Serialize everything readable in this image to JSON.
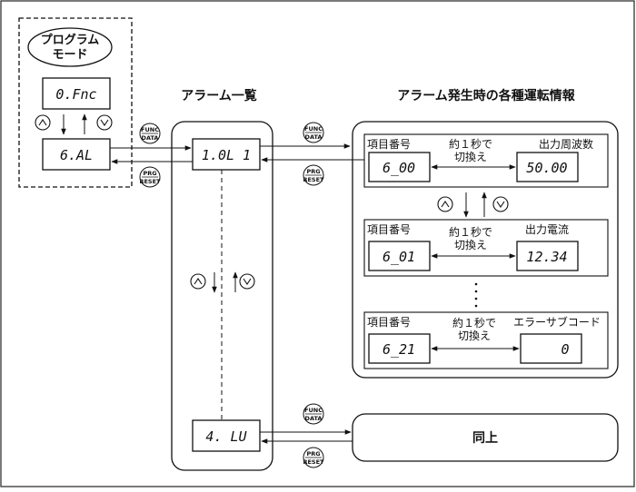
{
  "program_mode": {
    "title_line1": "プログラム",
    "title_line2": "モード",
    "display_top": "0.Fnc",
    "display_bottom": "6.AL"
  },
  "alarm_list": {
    "title": "アラーム一覧",
    "display_top": "1.0L 1",
    "display_bottom": "4. LU"
  },
  "running_info": {
    "title": "アラーム発生時の各種運転情報",
    "groups": [
      {
        "item_label": "項目番号",
        "switch_line1": "約１秒で",
        "switch_line2": "切換え",
        "value_label": "出力周波数",
        "item_display": "6_00",
        "value_display": "50.00"
      },
      {
        "item_label": "項目番号",
        "switch_line1": "約１秒で",
        "switch_line2": "切換え",
        "value_label": "出力電流",
        "item_display": "6_01",
        "value_display": "12.34"
      },
      {
        "item_label": "項目番号",
        "switch_line1": "約１秒で",
        "switch_line2": "切換え",
        "value_label": "エラーサブコード",
        "item_display": "6_21",
        "value_display": "0"
      }
    ],
    "same_as_above": "同上"
  },
  "buttons": {
    "func_top": "FUNC",
    "func_bottom": "DATA",
    "prg_top": "PRG",
    "prg_bottom": "RESET"
  }
}
